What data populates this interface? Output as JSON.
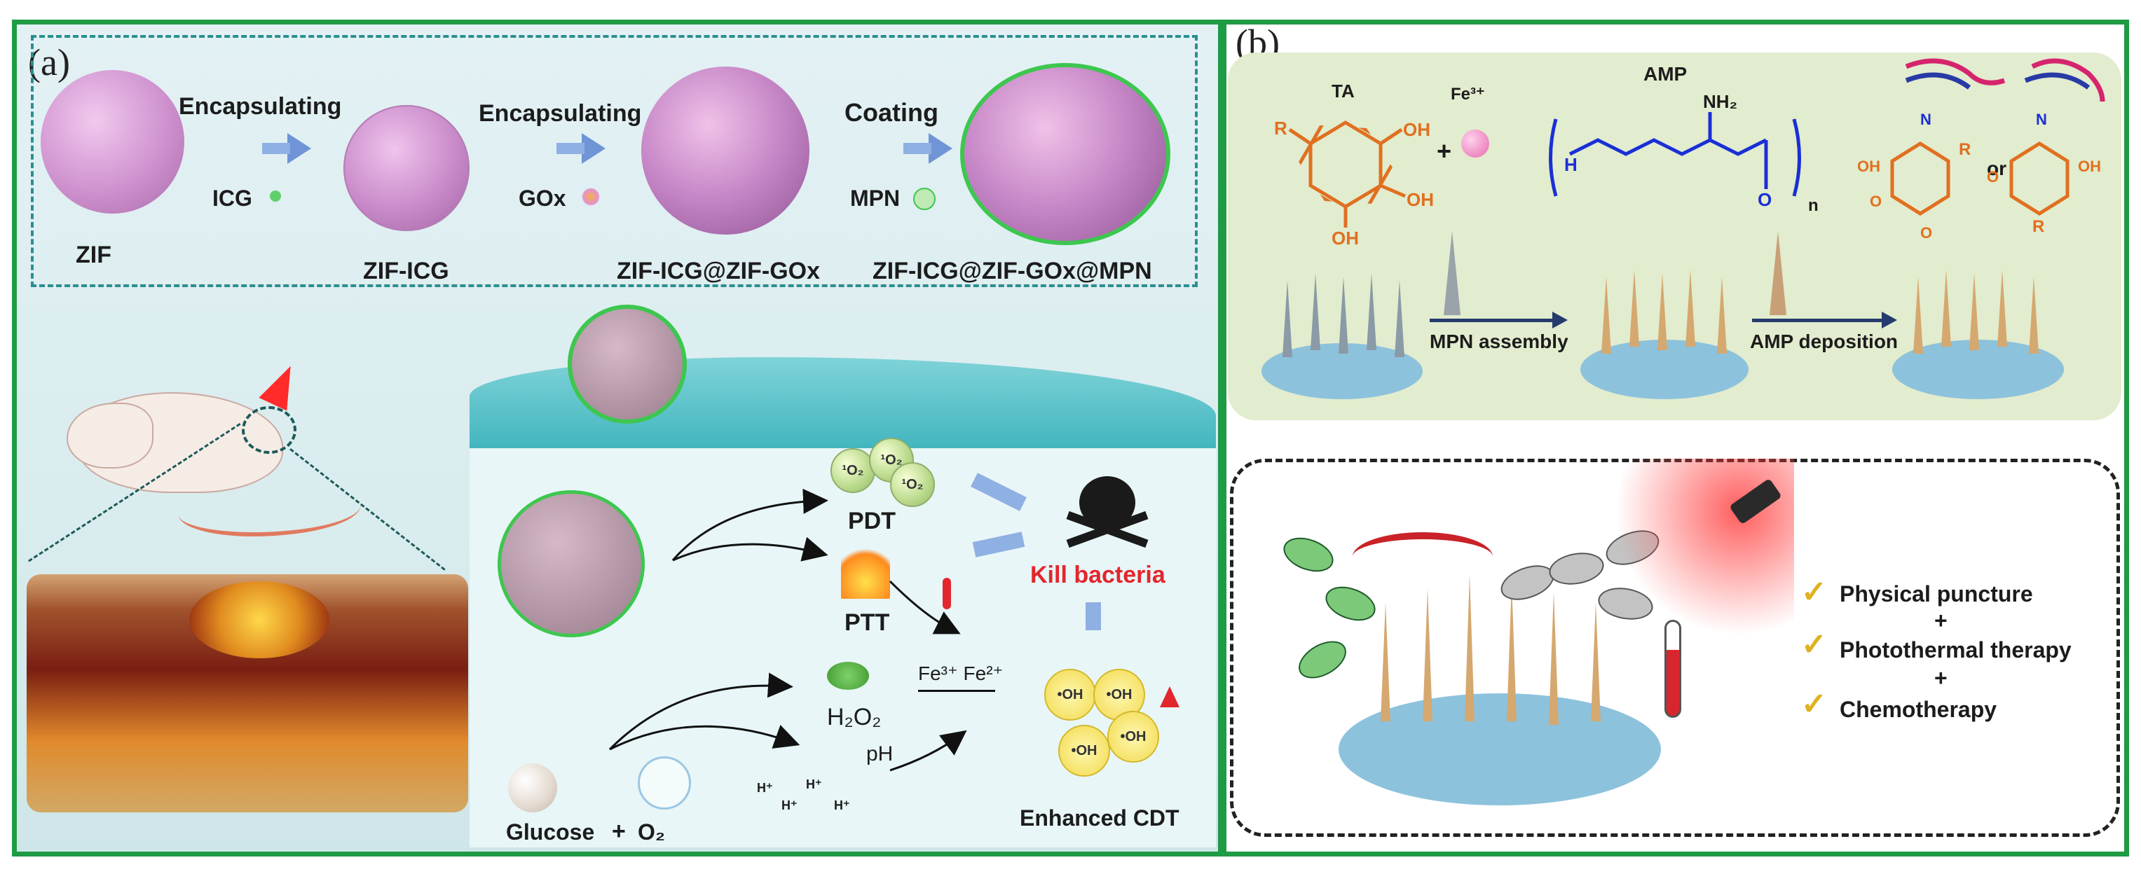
{
  "panel_a": {
    "label": "(a)",
    "steps": [
      {
        "name": "ZIF"
      },
      {
        "name": "ZIF-ICG"
      },
      {
        "name": "ZIF-ICG@ZIF-GOx"
      },
      {
        "name": "ZIF-ICG@ZIF-GOx@MPN"
      }
    ],
    "arrows": [
      {
        "action": "Encapsulating",
        "agent": "ICG"
      },
      {
        "action": "Encapsulating",
        "agent": "GOx"
      },
      {
        "action": "Coating",
        "agent": "MPN"
      }
    ],
    "mechanism": {
      "pdt": "PDT",
      "ptt": "PTT",
      "h2o2": "H₂O₂",
      "fe": "Fe³⁺ Fe²⁺",
      "ph": "pH",
      "kill": "Kill bacteria",
      "cdt": "Enhanced CDT",
      "glucose": "Glucose",
      "plus": "+",
      "o2": "O₂",
      "o1": "¹O₂",
      "oh": "•OH",
      "h": "H⁺"
    }
  },
  "panel_b": {
    "label": "(b)",
    "ta": "TA",
    "fe": "Fe³⁺",
    "plus": "+",
    "amp": "AMP",
    "nh2": "NH₂",
    "r": "R",
    "oh": "OH",
    "o": "O",
    "h": "H",
    "n": "N",
    "sub_n": "n",
    "or": "or",
    "mpn_assembly": "MPN assembly",
    "amp_deposition": "AMP deposition",
    "benefits": [
      "Physical puncture",
      "Photothermal therapy",
      "Chemotherapy"
    ],
    "benefit_plus": "+"
  },
  "colors": {
    "frame": "#1f9a45",
    "sphere": "#c88fc8",
    "mpn": "#3dc74f",
    "kill": "#e3262d",
    "amp_blue": "#1a2fd6",
    "ta_orange": "#e07020"
  }
}
